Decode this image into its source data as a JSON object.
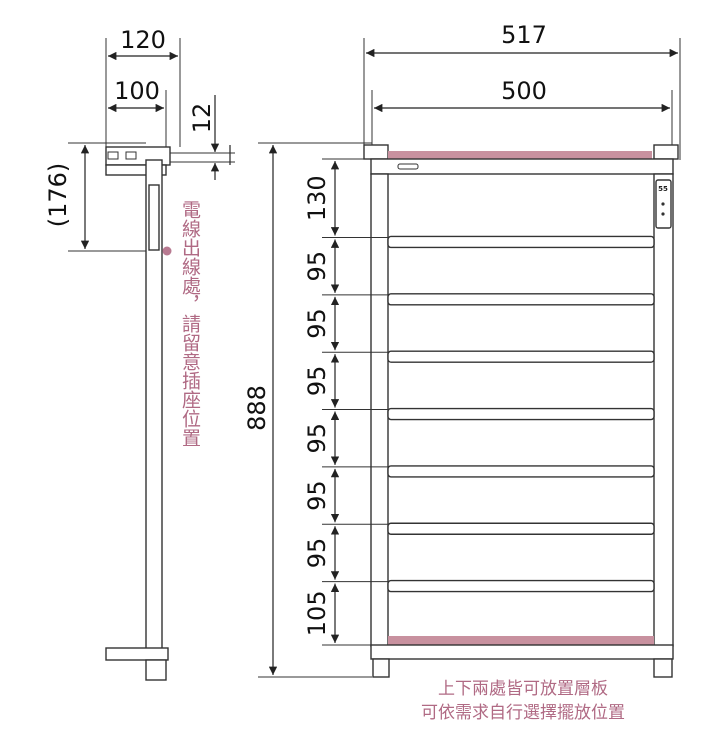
{
  "dimensions": {
    "side_total_depth": "120",
    "side_inner_depth": "100",
    "side_wall_gap": "12",
    "side_outlet_height": "(176)",
    "front_total_width": "517",
    "front_inner_width": "500",
    "total_height": "888",
    "spacings": [
      "130",
      "95",
      "95",
      "95",
      "95",
      "95",
      "95",
      "105"
    ]
  },
  "notes": {
    "outlet_note": "電線出線處，請留意插座位置",
    "shelf_note_line1": "上下兩處皆可放置層板",
    "shelf_note_line2": "可依需求自行選擇擺放位置"
  },
  "control_panel": {
    "label": "55"
  },
  "colors": {
    "accent_pink": "#b87a91",
    "shelf_bar": "#c8919f",
    "line": "#222222"
  }
}
